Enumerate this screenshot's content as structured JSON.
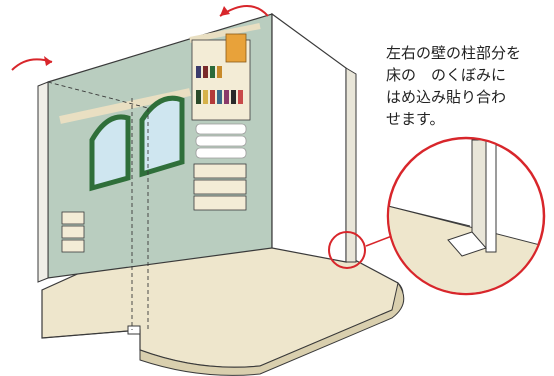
{
  "caption": {
    "line1": "左右の壁の柱部分を",
    "line2": "床の　のくぼみに",
    "line3": "はめ込み貼り合わ",
    "line4": "せます。"
  },
  "colors": {
    "wall_green": "#b9cdbf",
    "floor_beige": "#eee6cc",
    "floor_edge": "#d9cfae",
    "outline": "#3a3a3a",
    "rotate_arrow": "#d8262b",
    "callout_circle": "#d8262b",
    "mirror_frame": "#2f6f3a",
    "drawer_cream": "#f3ecd6"
  },
  "icons": [
    "rotate-arrow-icon",
    "rotate-arrow-icon",
    "magnify-callout-icon"
  ]
}
